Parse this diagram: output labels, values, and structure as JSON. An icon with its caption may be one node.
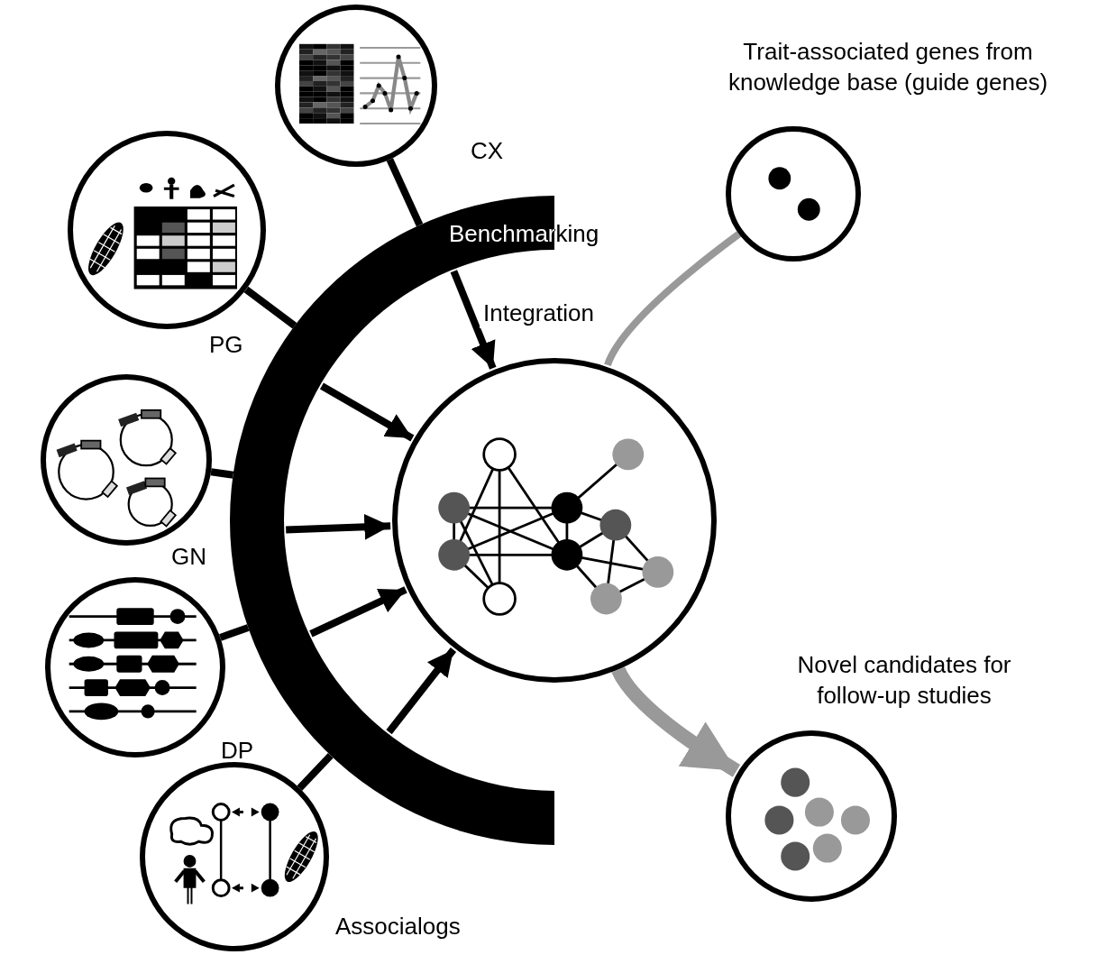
{
  "diagram": {
    "nodes": [
      {
        "text": [
          "CX"
        ]
      },
      {
        "text": [
          "PG"
        ]
      },
      {
        "text": [
          "GN"
        ]
      },
      {
        "text": [
          "DP"
        ]
      },
      {
        "text": [
          "Associalogs"
        ]
      },
      {
        "text": [
          "Benchmarking"
        ]
      },
      {
        "text": [],
        "shape": "circle"
      },
      {
        "text": [
          "Trait-associated genes from knowledge base (guide genes)"
        ]
      },
      {
        "text": [
          "Novel candidates for follow-up studies"
        ]
      }
    ],
    "edges": [
      {
        "from": 0,
        "to": 5,
        "arrow": "none"
      },
      {
        "from": 1,
        "to": 5,
        "arrow": "none"
      },
      {
        "from": 2,
        "to": 5,
        "arrow": "none"
      },
      {
        "from": 3,
        "to": 5,
        "arrow": "none"
      },
      {
        "from": 4,
        "to": 5,
        "arrow": "none"
      },
      {
        "from": 5,
        "to": 6,
        "arrow": "to",
        "label": "Integration"
      },
      {
        "from": 5,
        "to": 6,
        "arrow": "to"
      },
      {
        "from": 5,
        "to": 6,
        "arrow": "to"
      },
      {
        "from": 5,
        "to": 6,
        "arrow": "to"
      },
      {
        "from": 5,
        "to": 6,
        "arrow": "to"
      },
      {
        "from": 7,
        "to": 6,
        "arrow": "none",
        "color": "#999999"
      },
      {
        "from": 6,
        "to": 8,
        "arrow": "to",
        "style": "thick",
        "color": "#999999"
      }
    ]
  }
}
